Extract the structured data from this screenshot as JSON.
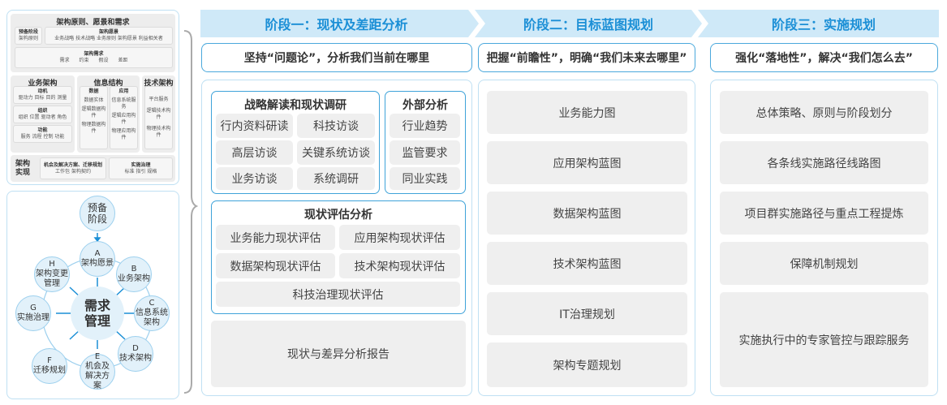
{
  "left_top": {
    "title": "架构原则、愿景和需求",
    "prep": {
      "title": "预备阶段",
      "sub": "架构原则"
    },
    "vision": {
      "title": "架构愿景",
      "sub": "业务战略 技术战略 业务原则 架构愿景 利益相关者"
    },
    "req": {
      "title": "架构需求",
      "items": [
        "需求",
        "约束",
        "假设",
        "差距"
      ]
    },
    "biz": {
      "title": "业务架构",
      "groups": [
        {
          "title": "动机",
          "sub": "驱动力 目标 目的 测量"
        },
        {
          "title": "组织",
          "sub": "组织 位置 驱动者 角色"
        },
        {
          "title": "功能",
          "sub": "服务 流程 控制 功能"
        }
      ]
    },
    "info": {
      "title": "信息结构",
      "data": {
        "title": "数据",
        "items": [
          "数据实体",
          "逻辑数据构件",
          "物理数据构件"
        ]
      },
      "app": {
        "title": "应用",
        "items": [
          "信息系统服务",
          "逻辑应用构件",
          "物理应用构件"
        ]
      }
    },
    "tech": {
      "title": "技术架构",
      "items": [
        "平台服务",
        "逻辑技术构件",
        "物理技术构件"
      ]
    },
    "impl": {
      "title": "架构实现",
      "opp": {
        "title": "机会及解决方案、迁移规划",
        "sub": "工作包 架构契约"
      },
      "gov": {
        "title": "实施治理",
        "sub": "标准 指引 规格"
      }
    }
  },
  "cycle": {
    "prep": "预备阶段",
    "center": "需求管理",
    "nodes": [
      {
        "letter": "A",
        "label": "架构愿景"
      },
      {
        "letter": "B",
        "label": "业务架构"
      },
      {
        "letter": "C",
        "label": "信息系统架构"
      },
      {
        "letter": "D",
        "label": "技术架构"
      },
      {
        "letter": "E",
        "label": "机会及解决方案"
      },
      {
        "letter": "F",
        "label": "迁移规划"
      },
      {
        "letter": "G",
        "label": "实施治理"
      },
      {
        "letter": "H",
        "label": "架构变更管理"
      }
    ]
  },
  "stages": [
    {
      "title": "阶段一：现状及差距分析",
      "slogan": "坚持“问题论”，分析我们当前在哪里",
      "research": {
        "title": "战略解读和现状调研",
        "items": [
          "行内资料研读",
          "科技访谈",
          "高层访谈",
          "关键系统访谈",
          "业务访谈",
          "系统调研"
        ]
      },
      "external": {
        "title": "外部分析",
        "items": [
          "行业趋势",
          "监管要求",
          "同业实践"
        ]
      },
      "assessment": {
        "title": "现状评估分析",
        "items": [
          "业务能力现状评估",
          "应用架构现状评估",
          "数据架构现状评估",
          "技术架构现状评估",
          "科技治理现状评估"
        ]
      },
      "report": "现状与差异分析报告"
    },
    {
      "title": "阶段二：目标蓝图规划",
      "slogan": "把握“前瞻性”，明确“我们未来去哪里”",
      "items": [
        "业务能力图",
        "应用架构蓝图",
        "数据架构蓝图",
        "技术架构蓝图",
        "IT治理规划",
        "架构专题规划"
      ]
    },
    {
      "title": "阶段三：实施规划",
      "slogan": "强化“落地性”，解决“我们怎么去”",
      "items": [
        "总体策略、原则与阶段划分",
        "各条线实施路径线路图",
        "项目群实施路径与重点工程提炼",
        "保障机制规划",
        "实施执行中的专家管控与跟踪服务"
      ]
    }
  ],
  "colors": {
    "accent": "#1b8fd6",
    "header_bg": "#cfe9f8",
    "border": "#3fa3d9",
    "cell": "#efefef"
  }
}
